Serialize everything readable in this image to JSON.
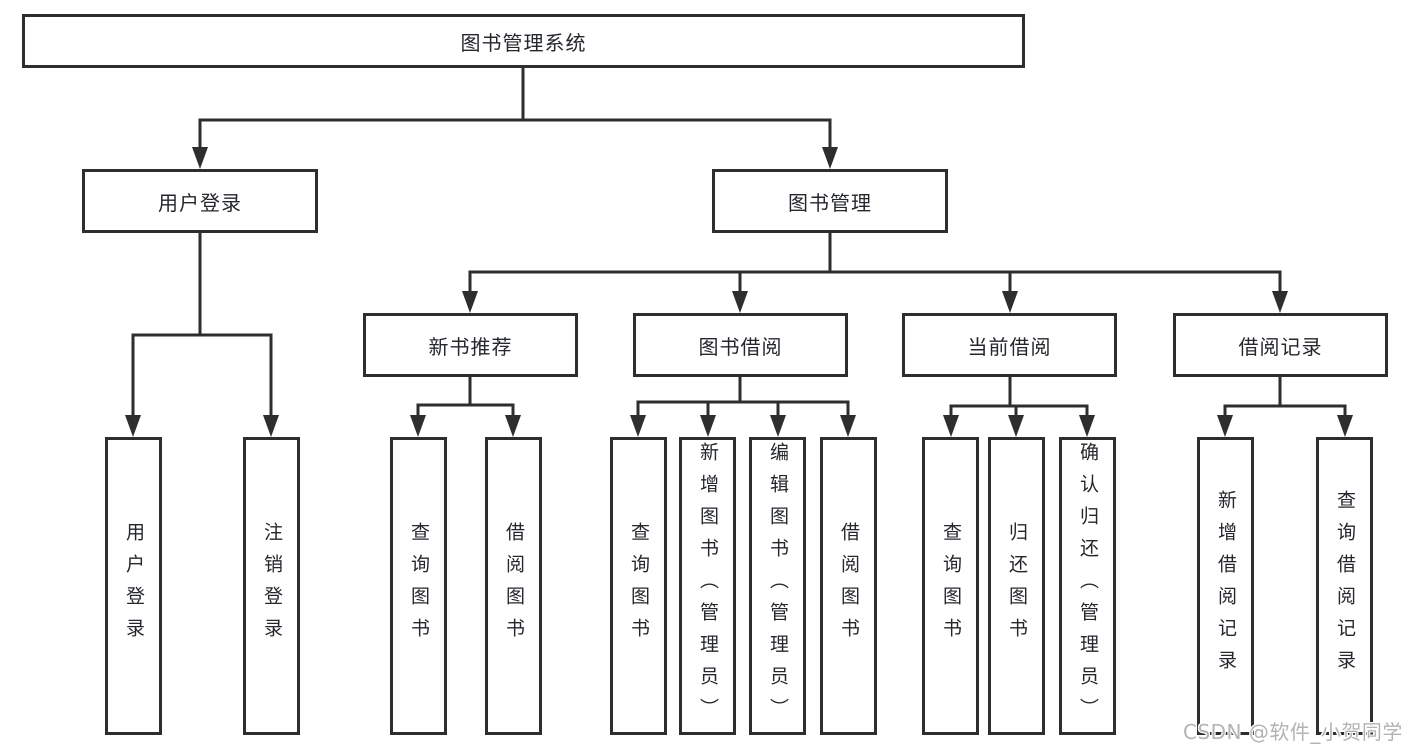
{
  "tree": {
    "root": {
      "label": "图书管理系统"
    },
    "branches": [
      {
        "label": "用户登录",
        "children": [
          {
            "label": "用户登录"
          },
          {
            "label": "注销登录"
          }
        ]
      },
      {
        "label": "图书管理",
        "groups": [
          {
            "label": "新书推荐",
            "children": [
              {
                "label": "查询图书"
              },
              {
                "label": "借阅图书"
              }
            ]
          },
          {
            "label": "图书借阅",
            "children": [
              {
                "label": "查询图书"
              },
              {
                "label": "新增图书（管理员）"
              },
              {
                "label": "编辑图书（管理员）"
              },
              {
                "label": "借阅图书"
              }
            ]
          },
          {
            "label": "当前借阅",
            "children": [
              {
                "label": "查询图书"
              },
              {
                "label": "归还图书"
              },
              {
                "label": "确认归还（管理员）"
              }
            ]
          },
          {
            "label": "借阅记录",
            "children": [
              {
                "label": "新增借阅记录"
              },
              {
                "label": "查询借阅记录"
              }
            ]
          }
        ]
      }
    ]
  },
  "watermark": {
    "text": "CSDN @软件_小贺同学"
  },
  "colors": {
    "background": "#ffffff",
    "box_background": "#ffffff",
    "box_border": "#2e2e2e",
    "line": "#2e2e2e",
    "text": "#24272c",
    "watermark": "#b3b3b3"
  }
}
